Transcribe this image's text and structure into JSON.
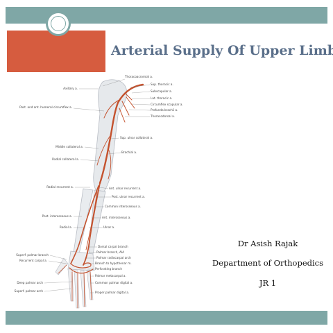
{
  "slide": {
    "title": "Arterial Supply Of Upper Limb",
    "author": "Dr Asish Rajak",
    "department": "Department of Orthopedics",
    "designation": "JR 1"
  },
  "colors": {
    "accent_bar": "#7fa7a6",
    "accent_block": "#d65c3f",
    "title_text": "#5a6f8a",
    "artery": "#c4522e",
    "bone": "#e3e6ea"
  },
  "diagram": {
    "labels_right": [
      "Thoracoacromial a.",
      "Sup. thoracic a.",
      "Subscapular a.",
      "Lat. thoracic a.",
      "Circumflex scapular a.",
      "Profunda brachii a.",
      "Thoracodorsal a.",
      "Sup. ulnar collateral a.",
      "Brachial a.",
      "Ant. ulnar recurrent a.",
      "Post. ulnar recurrent a.",
      "Common interosseous a.",
      "Ant. interosseous a.",
      "Ulnar a.",
      "Dorsal carpal branch",
      "Palmar branch, AIA",
      "Palmar radiocarpal arch",
      "Branch to hypothenar m.",
      "Perforating branch",
      "Palmar metacarpal a.",
      "Common palmar digital a.",
      "Proper palmar digital a."
    ],
    "labels_left": [
      "Axillary a.",
      "Post. and ant. humeral circumflex a.",
      "Middle collateral a.",
      "Radial collateral a.",
      "Radial recurrent a.",
      "Post. interosseous a.",
      "Radial a.",
      "Superf. palmar branch",
      "Recurrent carpal a.",
      "Deep palmar arch",
      "Superf. palmar arch"
    ]
  }
}
